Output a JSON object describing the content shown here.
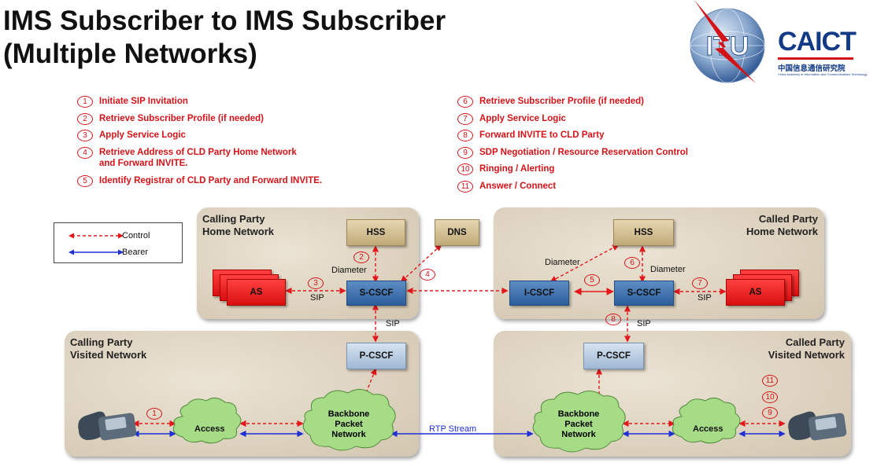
{
  "title": {
    "line1": "IMS Subscriber to IMS Subscriber",
    "line2": "(Multiple Networks)"
  },
  "steps_left": [
    {
      "num": "1",
      "text": "Initiate SIP Invitation"
    },
    {
      "num": "2",
      "text": "Retrieve Subscriber Profile (if needed)"
    },
    {
      "num": "3",
      "text": "Apply Service Logic"
    },
    {
      "num": "4",
      "text": "Retrieve Address of CLD Party Home Network",
      "text2": "and Forward INVITE."
    },
    {
      "num": "5",
      "text": "Identify Registrar of CLD Party and Forward INVITE."
    }
  ],
  "steps_right": [
    {
      "num": "6",
      "text": "Retrieve Subscriber Profile (if needed)"
    },
    {
      "num": "7",
      "text": "Apply Service Logic"
    },
    {
      "num": "8",
      "text": "Forward INVITE to CLD Party"
    },
    {
      "num": "9",
      "text": "SDP Negotiation / Resource Reservation Control"
    },
    {
      "num": "10",
      "text": "Ringing / Alerting"
    },
    {
      "num": "11",
      "text": "Answer / Connect"
    }
  ],
  "logos": {
    "itu": "ITU",
    "caict": "CAICT",
    "caict_cn": "中国信息通信研究院",
    "caict_en": "China Academy of Information and Communications Technology"
  },
  "legend": {
    "control": "Control",
    "bearer": "Bearer"
  },
  "networks": {
    "calling_home": "Calling Party\nHome Network",
    "calling_home_l1": "Calling Party",
    "calling_home_l2": "Home Network",
    "called_home_l1": "Called Party",
    "called_home_l2": "Home Network",
    "calling_visited_l1": "Calling Party",
    "calling_visited_l2": "Visited Network",
    "called_visited_l1": "Called Party",
    "called_visited_l2": "Visited Network"
  },
  "nodes": {
    "hss_left": "HSS",
    "dns": "DNS",
    "hss_right": "HSS",
    "as_left": "AS",
    "scscf_left": "S-CSCF",
    "icscf": "I-CSCF",
    "scscf_right": "S-CSCF",
    "as_right": "AS",
    "pcscf_left": "P-CSCF",
    "pcscf_right": "P-CSCF",
    "access_left": "Access",
    "access_right": "Access",
    "backbone_left_1": "Backbone",
    "backbone_left_2": "Packet",
    "backbone_left_3": "Network",
    "backbone_right_1": "Backbone",
    "backbone_right_2": "Packet",
    "backbone_right_3": "Network"
  },
  "link_labels": {
    "diameter_left": "Diameter",
    "sip_as_left": "SIP",
    "sip_scscf_pcscf_left": "SIP",
    "diameter_right_i": "Diameter",
    "diameter_right_s": "Diameter",
    "sip_as_right": "SIP",
    "sip_scscf_pcscf_right": "SIP",
    "rtp": "RTP Stream"
  },
  "step_markers": {
    "m1": "1",
    "m2": "2",
    "m3": "3",
    "m4": "4",
    "m5": "5",
    "m6": "6",
    "m7": "7",
    "m8": "8",
    "m9": "9",
    "m10": "10",
    "m11": "11"
  },
  "colors": {
    "control": "#e3161b",
    "bearer": "#1f2fd6",
    "title": "#111111",
    "steps": "#d41318"
  }
}
